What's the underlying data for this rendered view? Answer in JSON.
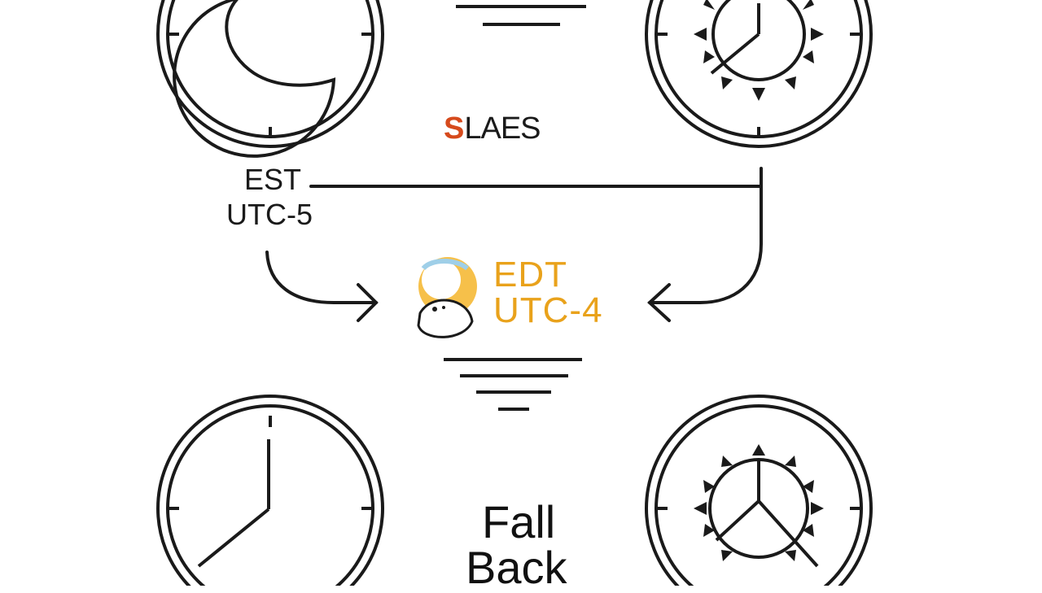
{
  "labels": {
    "standard_zone": "EST",
    "standard_offset": "UTC-5",
    "daylight_zone": "EDT",
    "daylight_offset": "UTC-4",
    "fall": "Fall",
    "back": "Back"
  },
  "logo": {
    "lettering": "SLAES"
  },
  "icons": {
    "top_left": "moon-clock-icon",
    "top_right": "sun-clock-icon",
    "bottom_left": "clock-icon",
    "bottom_right": "sun-clock-icon",
    "center": "sun-moon-icon"
  },
  "colors": {
    "line": "#1a1a1a",
    "daylight_accent": "#e9a21b",
    "logo_accent": "#d64a1c",
    "background": "#ffffff"
  }
}
